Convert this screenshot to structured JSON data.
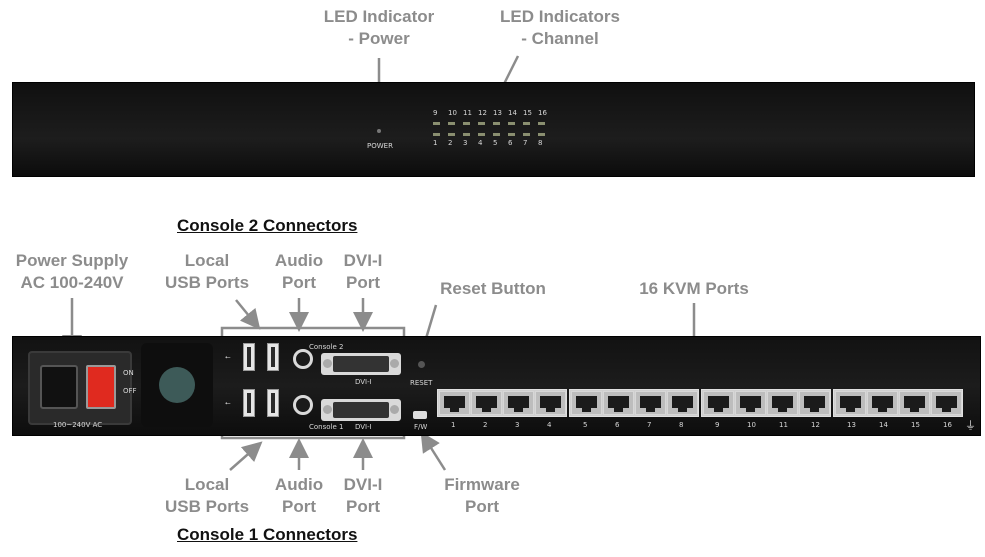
{
  "callouts": {
    "led_power": "LED Indicator\n- Power",
    "led_channel": "LED Indicators\n- Channel",
    "power_supply": "Power Supply\nAC 100-240V",
    "local_usb_top": "Local\nUSB Ports",
    "audio_top": "Audio\nPort",
    "dvi_top": "DVI-I\nPort",
    "reset_button": "Reset Button",
    "kvm_ports": "16 KVM Ports",
    "local_usb_bottom": "Local\nUSB Ports",
    "audio_bottom": "Audio\nPort",
    "dvi_bottom": "DVI-I\nPort",
    "firmware_port": "Firmware\nPort"
  },
  "headings": {
    "console2": "Console 2 Connectors",
    "console1": "Console 1 Connectors"
  },
  "front_panel": {
    "power_label": "POWER",
    "channels_top": [
      "9",
      "10",
      "11",
      "12",
      "13",
      "14",
      "15",
      "16"
    ],
    "channels_bottom": [
      "1",
      "2",
      "3",
      "4",
      "5",
      "6",
      "7",
      "8"
    ]
  },
  "rear_panel": {
    "on_label": "ON",
    "off_label": "OFF",
    "ac_label": "100~240V AC",
    "console2_label": "Console 2",
    "console1_label": "Console 1",
    "dvi_label": "DVI-I",
    "reset_label": "RESET",
    "fw_label": "F/W",
    "port_numbers": [
      "1",
      "2",
      "3",
      "4",
      "5",
      "6",
      "7",
      "8",
      "9",
      "10",
      "11",
      "12",
      "13",
      "14",
      "15",
      "16"
    ]
  },
  "colors": {
    "callout_text": "#8c8c8c",
    "heading_text": "#111111",
    "chassis": "#151515",
    "arrow": "#8c8c8c",
    "rocker_switch": "#e02a1f"
  }
}
